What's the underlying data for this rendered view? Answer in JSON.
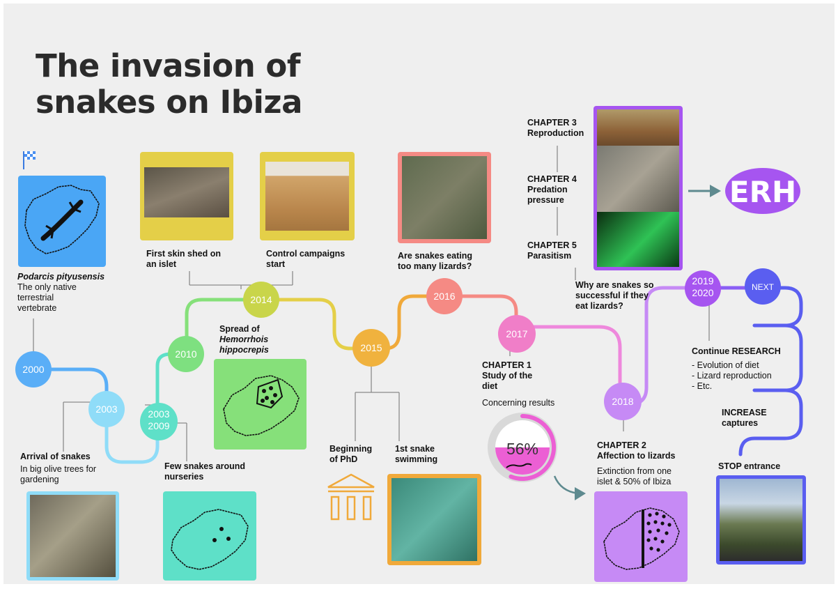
{
  "title": {
    "line1": "The invasion of",
    "line2": "snakes on Ibiza"
  },
  "colors": {
    "blue": "#5aaef7",
    "light_blue": "#8fdcf8",
    "teal": "#5ee0c8",
    "green": "#86e07a",
    "yellow": "#e4cf48",
    "orange": "#f0a93a",
    "coral": "#f58a84",
    "pink": "#ee88dc",
    "lilac": "#c68af5",
    "purple": "#a655f0",
    "indigo": "#5a5ef0"
  },
  "timeline": {
    "n2000": "2000",
    "n2003": "2003",
    "n2003_2009": {
      "line1": "2003",
      "line2": "2009"
    },
    "n2010": "2010",
    "n2014": "2014",
    "n2015": "2015",
    "n2016": "2016",
    "n2017": "2017",
    "n2018": "2018",
    "n2019_2020": {
      "line1": "2019",
      "line2": "2020"
    },
    "next": "NEXT"
  },
  "labels": {
    "podarcis_name": "Podarcis pityusensis",
    "podarcis_desc": [
      "The only native",
      "terrestrial",
      "vertebrate"
    ],
    "arrival_title": "Arrival of snakes",
    "arrival_desc": [
      "In big olive trees for",
      "gardening"
    ],
    "few_snakes": [
      "Few snakes around",
      "nurseries"
    ],
    "first_skin": [
      "First skin shed on",
      "an islet"
    ],
    "control": [
      "Control campaigns",
      "start"
    ],
    "spread_title": "Spread of",
    "spread_species": [
      "Hemorrhois",
      "hippocrepis"
    ],
    "eating": [
      "Are snakes eating",
      "too many lizards?"
    ],
    "phd": [
      "Beginning",
      "of PhD"
    ],
    "swimming": [
      "1st snake",
      "swimming"
    ],
    "ch1": [
      "CHAPTER 1",
      "Study of the",
      "diet"
    ],
    "concerning": "Concerning results",
    "percent": "56%",
    "ch2": [
      "CHAPTER 2",
      "Affection to lizards"
    ],
    "extinction": [
      "Extinction from one",
      "islet & 50% of Ibiza"
    ],
    "ch3": [
      "CHAPTER 3",
      "Reproduction"
    ],
    "ch4": [
      "CHAPTER 4",
      "Predation",
      "pressure"
    ],
    "ch5": [
      "CHAPTER 5",
      "Parasitism"
    ],
    "why": [
      "Why are snakes so",
      "successful if they",
      "eat lizards?"
    ],
    "erh": "ERH",
    "continue_title": "Continue RESEARCH",
    "continue_items": [
      "- Evolution of diet",
      "- Lizard reproduction",
      "- Etc."
    ],
    "increase": [
      "INCREASE",
      "captures"
    ],
    "stop": "STOP entrance"
  },
  "gauge": {
    "percent": 56
  },
  "icons": [
    "checkered-flag-icon",
    "lizard-icon",
    "institution-icon",
    "arrow-right-icon",
    "arrow-curved-icon"
  ]
}
